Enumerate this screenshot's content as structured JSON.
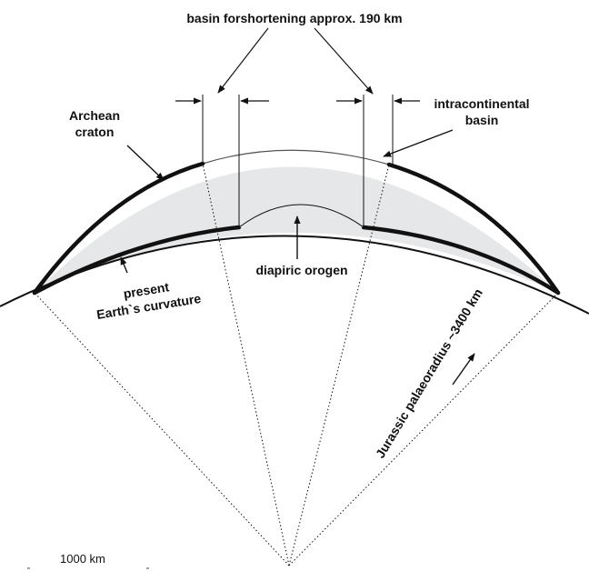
{
  "labels": {
    "top": "basin forshortening approx. 190 km",
    "craton_line1": "Archean",
    "craton_line2": "craton",
    "basin_line1": "intracontinental",
    "basin_line2": "basin",
    "orogen": "diapiric orogen",
    "present_line1": "present",
    "present_line2": "Earth`s curvature",
    "radius": "Jurassic palaeoradius  ~3400 km",
    "scale": "1000 km"
  },
  "colors": {
    "ink": "#111111",
    "fill": "#e6e7e9"
  }
}
